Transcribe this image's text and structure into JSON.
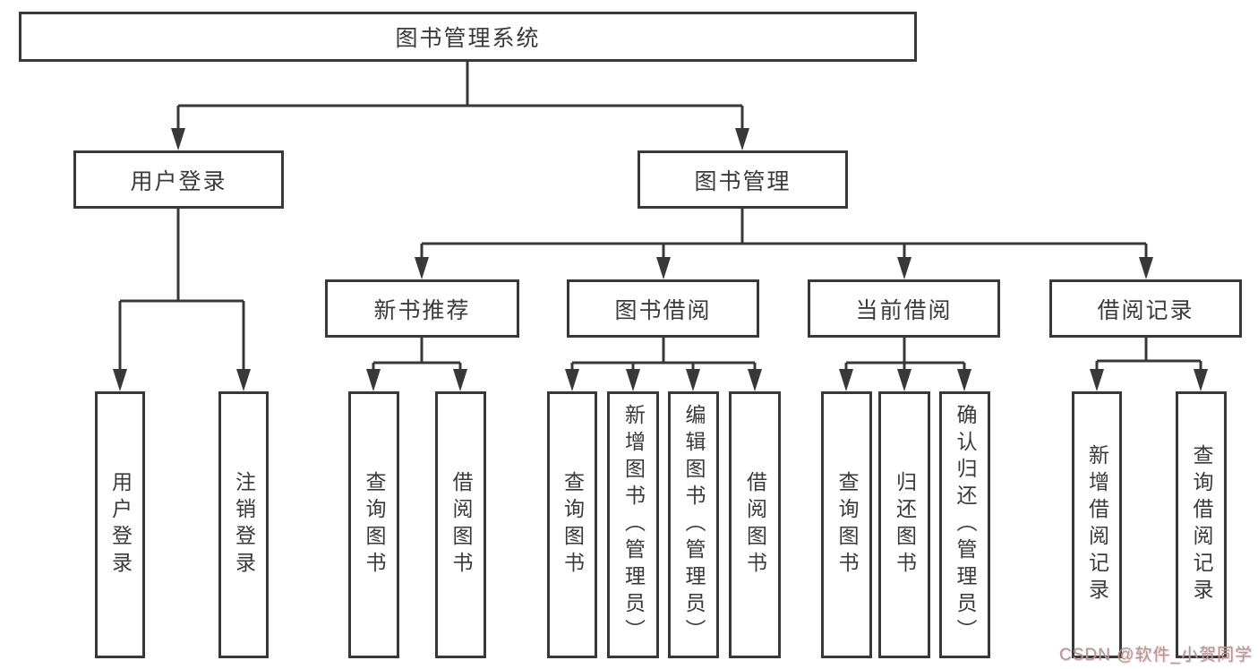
{
  "diagram": {
    "root": {
      "label": "图书管理系统"
    },
    "level2": [
      {
        "label": "用户登录"
      },
      {
        "label": "图书管理"
      }
    ],
    "level3": [
      {
        "label": "新书推荐"
      },
      {
        "label": "图书借阅"
      },
      {
        "label": "当前借阅"
      },
      {
        "label": "借阅记录"
      }
    ],
    "leaves": {
      "user_login_group": [
        {
          "label": "用户登录"
        },
        {
          "label": "注销登录"
        }
      ],
      "new_book_group": [
        {
          "label": "查询图书"
        },
        {
          "label": "借阅图书"
        }
      ],
      "book_borrow_group": [
        {
          "label": "查询图书"
        },
        {
          "label": "新增图书（管理员）"
        },
        {
          "label": "编辑图书（管理员）"
        },
        {
          "label": "借阅图书"
        }
      ],
      "current_borrow_group": [
        {
          "label": "查询图书"
        },
        {
          "label": "归还图书"
        },
        {
          "label": "确认归还（管理员）"
        }
      ],
      "borrow_record_group": [
        {
          "label": "新增借阅记录"
        },
        {
          "label": "查询借阅记录"
        }
      ]
    }
  },
  "watermark": {
    "text": "CSDN @软件_小贺同学"
  },
  "colors": {
    "line": "#383838",
    "text": "#3a3a3a",
    "background": "#ffffff",
    "watermark_text": "#9f9f9f"
  }
}
